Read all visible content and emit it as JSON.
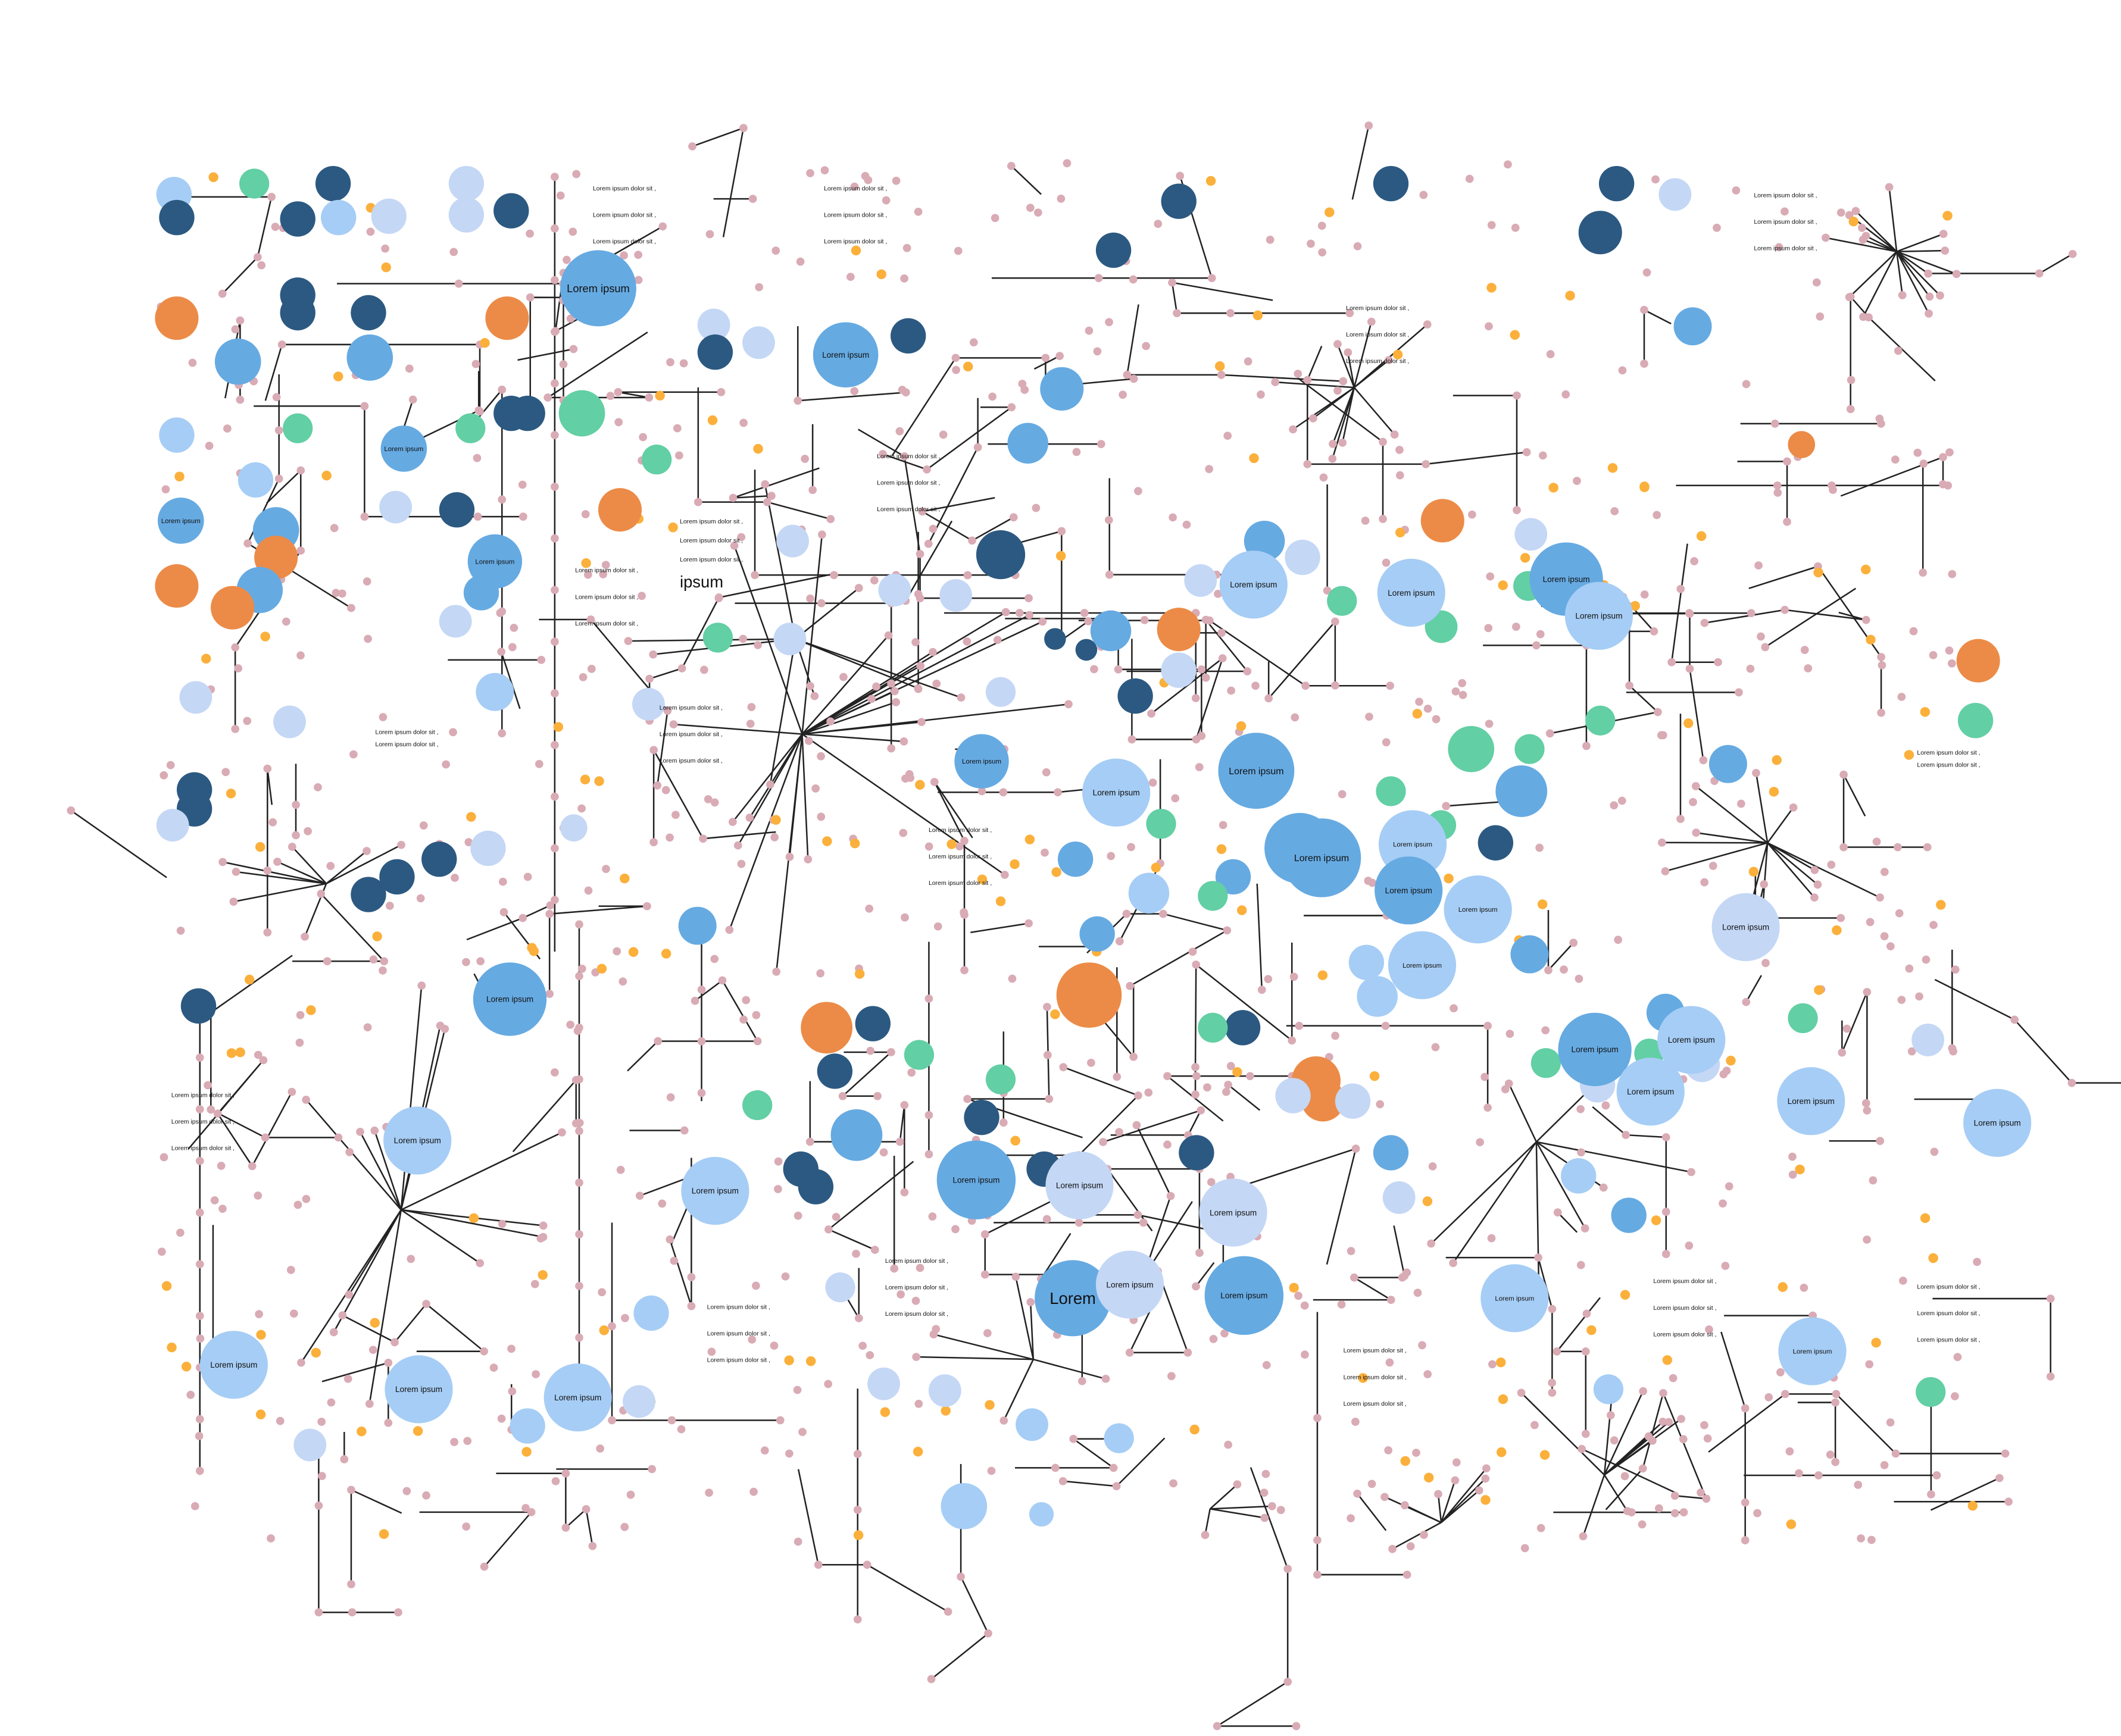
{
  "diagram": {
    "colors": {
      "mid_blue": "#66aae2",
      "light_blue": "#a6cdf5",
      "pale_blue": "#c4d7f5",
      "navy": "#2c5981",
      "green": "#62cfa4",
      "orange": "#ec8b47",
      "yellow": "#fbb03b",
      "pink": "#d9abb5",
      "edge": "#222222"
    },
    "node_label": "Lorem ipsum",
    "big_word_lorem": "Lorem",
    "big_word_ipsum": "ipsum",
    "caption_line": "Lorem ipsum dolor sit ,",
    "labeled_nodes": [
      "Lorem ipsum",
      "Lorem ipsum",
      "Lorem ipsum",
      "Lorem ipsum",
      "Lorem ipsum",
      "Lorem ipsum",
      "Lorem ipsum",
      "Lorem ipsum",
      "Lorem ipsum",
      "Lorem ipsum",
      "Lorem ipsum",
      "Lorem ipsum",
      "Lorem ipsum",
      "Lorem ipsum",
      "Lorem ipsum",
      "Lorem ipsum",
      "Lorem ipsum",
      "Lorem ipsum",
      "Lorem ipsum",
      "Lorem ipsum",
      "Lorem ipsum",
      "Lorem ipsum",
      "Lorem ipsum",
      "Lorem ipsum",
      "Lorem ipsum",
      "Lorem ipsum",
      "Lorem ipsum",
      "Lorem ipsum",
      "Lorem ipsum",
      "Lorem",
      "Lorem ipsum",
      "Lorem ipsum",
      "Lorem ipsum",
      "Lorem ipsum",
      "Lorem ipsum",
      "Lorem ipsum",
      "Lorem ipsum"
    ],
    "free_words": [
      "ipsum"
    ],
    "caption_blocks": [
      [
        "Lorem ipsum dolor sit ,",
        "Lorem ipsum dolor sit ,",
        "Lorem ipsum dolor sit ,"
      ],
      [
        "Lorem ipsum dolor sit ,",
        "Lorem ipsum dolor sit ,",
        "Lorem ipsum dolor sit ,"
      ],
      [
        "Lorem ipsum dolor sit ,",
        "Lorem ipsum dolor sit ,",
        "Lorem ipsum dolor sit ,"
      ],
      [
        "Lorem ipsum dolor sit ,",
        "Lorem ipsum dolor sit ,",
        "Lorem ipsum dolor sit ,"
      ],
      [
        "Lorem ipsum dolor sit ,",
        "Lorem ipsum dolor sit ,",
        "Lorem ipsum dolor sit ,"
      ],
      [
        "Lorem ipsum dolor sit ,",
        "Lorem ipsum dolor sit ,"
      ],
      [
        "Lorem ipsum dolor sit ,",
        "Lorem ipsum dolor sit ,",
        "Lorem ipsum dolor sit ,"
      ],
      [
        "Lorem ipsum dolor sit ,",
        "Lorem ipsum dolor sit ,",
        "Lorem ipsum dolor sit ,"
      ],
      [
        "Lorem ipsum dolor sit ,",
        "Lorem ipsum dolor sit ,"
      ],
      [
        "Lorem ipsum dolor sit ,",
        "Lorem ipsum dolor sit ,",
        "Lorem ipsum dolor sit ,"
      ],
      [
        "Lorem ipsum dolor sit ,",
        "Lorem ipsum dolor sit ,",
        "Lorem ipsum dolor sit ,"
      ],
      [
        "Lorem ipsum dolor sit ,",
        "Lorem ipsum dolor sit ,",
        "Lorem ipsum dolor sit ,"
      ],
      [
        "Lorem ipsum dolor sit ,",
        "Lorem ipsum dolor sit ,",
        "Lorem ipsum dolor sit ,"
      ],
      [
        "Lorem ipsum dolor sit ,",
        "Lorem ipsum dolor sit ,",
        "Lorem ipsum dolor sit ,"
      ],
      [
        "Lorem ipsum dolor sit ,",
        "Lorem ipsum dolor sit ,",
        "Lorem ipsum dolor sit ,"
      ],
      [
        "Lorem ipsum dolor sit ,",
        "Lorem ipsum dolor sit ,",
        "Lorem ipsum dolor sit ,"
      ],
      [
        "Lorem ipsum dolor sit ,",
        "Lorem ipsum dolor sit ,",
        "Lorem ipsum dolor sit ,"
      ]
    ]
  }
}
